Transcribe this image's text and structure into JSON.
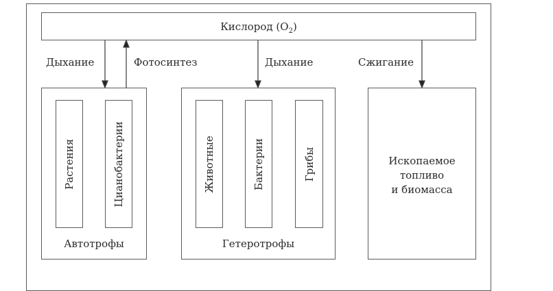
{
  "diagram": {
    "oxygen": {
      "label": "Кислород (O",
      "subscript": "2",
      "suffix": ")"
    },
    "arrows": [
      {
        "label": "Дыхание",
        "direction": "down",
        "from": "oxygen",
        "to": "autotrophs"
      },
      {
        "label": "Фотосинтез",
        "direction": "up",
        "from": "autotrophs",
        "to": "oxygen"
      },
      {
        "label": "Дыхание",
        "direction": "down",
        "from": "oxygen",
        "to": "heterotrophs"
      },
      {
        "label": "Сжигание",
        "direction": "down",
        "from": "oxygen",
        "to": "fossil"
      }
    ],
    "autotrophs": {
      "title": "Автотрофы",
      "members": [
        "Растения",
        "Цианобактерии"
      ]
    },
    "heterotrophs": {
      "title": "Гетеротрофы",
      "members": [
        "Животные",
        "Бактерии",
        "Грибы"
      ]
    },
    "fossil": {
      "lines": [
        "Ископаемое",
        "топливо",
        "и биомасса"
      ]
    }
  }
}
